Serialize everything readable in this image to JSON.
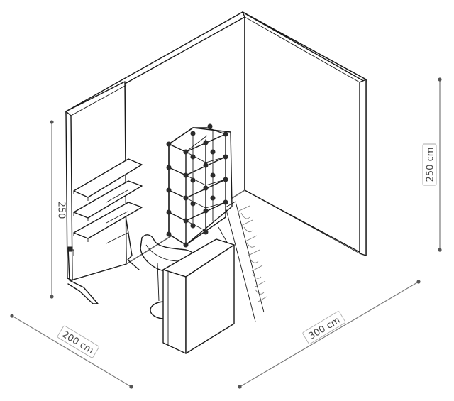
{
  "dimensions": {
    "depth_label": "200 cm",
    "width_label": "300 cm",
    "height_label": "250 cm",
    "height_short_label": "250"
  }
}
